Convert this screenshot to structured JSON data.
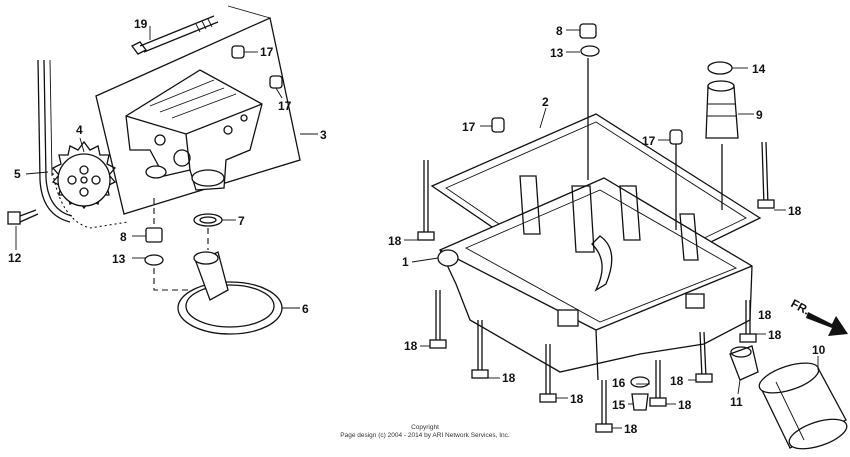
{
  "diagram": {
    "callouts": [
      {
        "id": "c19",
        "label": "19"
      },
      {
        "id": "c17a",
        "label": "17"
      },
      {
        "id": "c17b",
        "label": "17"
      },
      {
        "id": "c3",
        "label": "3"
      },
      {
        "id": "c4",
        "label": "4"
      },
      {
        "id": "c5",
        "label": "5"
      },
      {
        "id": "c12",
        "label": "12"
      },
      {
        "id": "c7",
        "label": "7"
      },
      {
        "id": "c8a",
        "label": "8"
      },
      {
        "id": "c13a",
        "label": "13"
      },
      {
        "id": "c6",
        "label": "6"
      },
      {
        "id": "c8b",
        "label": "8"
      },
      {
        "id": "c13b",
        "label": "13"
      },
      {
        "id": "c2",
        "label": "2"
      },
      {
        "id": "c14",
        "label": "14"
      },
      {
        "id": "c9",
        "label": "9"
      },
      {
        "id": "c17c",
        "label": "17"
      },
      {
        "id": "c17d",
        "label": "17"
      },
      {
        "id": "c18a",
        "label": "18"
      },
      {
        "id": "c18b",
        "label": "18"
      },
      {
        "id": "c1",
        "label": "1"
      },
      {
        "id": "c18c",
        "label": "18"
      },
      {
        "id": "c18d",
        "label": "18"
      },
      {
        "id": "c18e",
        "label": "18"
      },
      {
        "id": "c18f",
        "label": "18"
      },
      {
        "id": "c16",
        "label": "16"
      },
      {
        "id": "c15",
        "label": "15"
      },
      {
        "id": "c18g",
        "label": "18"
      },
      {
        "id": "c18h",
        "label": "18"
      },
      {
        "id": "c18i",
        "label": "18"
      },
      {
        "id": "c11",
        "label": "11"
      },
      {
        "id": "c10",
        "label": "10"
      },
      {
        "id": "c18j",
        "label": "18"
      }
    ],
    "direction_arrow": {
      "label": "FR."
    },
    "copyright": {
      "line1": "Copyright",
      "line2": "Page design (c) 2004 - 2014 by ARI Network Services, Inc."
    }
  }
}
